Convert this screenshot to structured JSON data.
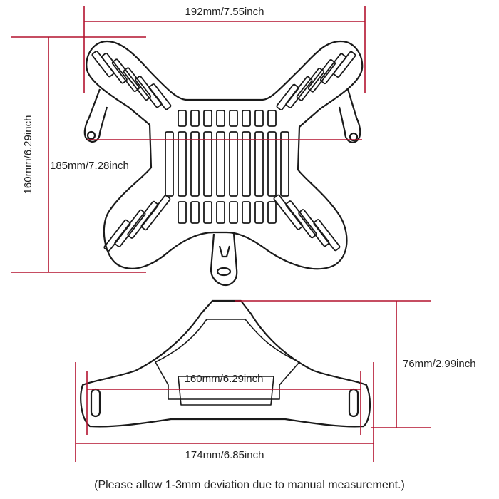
{
  "colors": {
    "dimension_line": "#b3122e",
    "outline": "#1a1a1a"
  },
  "dimensions": {
    "top_width": "192mm/7.55inch",
    "height": "160mm/6.29inch",
    "mount_width": "185mm/7.28inch",
    "bracket_inner_width": "160mm/6.29inch",
    "bracket_height": "76mm/2.99inch",
    "bracket_width": "174mm/6.85inch"
  },
  "note": "(Please allow 1-3mm deviation due to manual measurement.)"
}
